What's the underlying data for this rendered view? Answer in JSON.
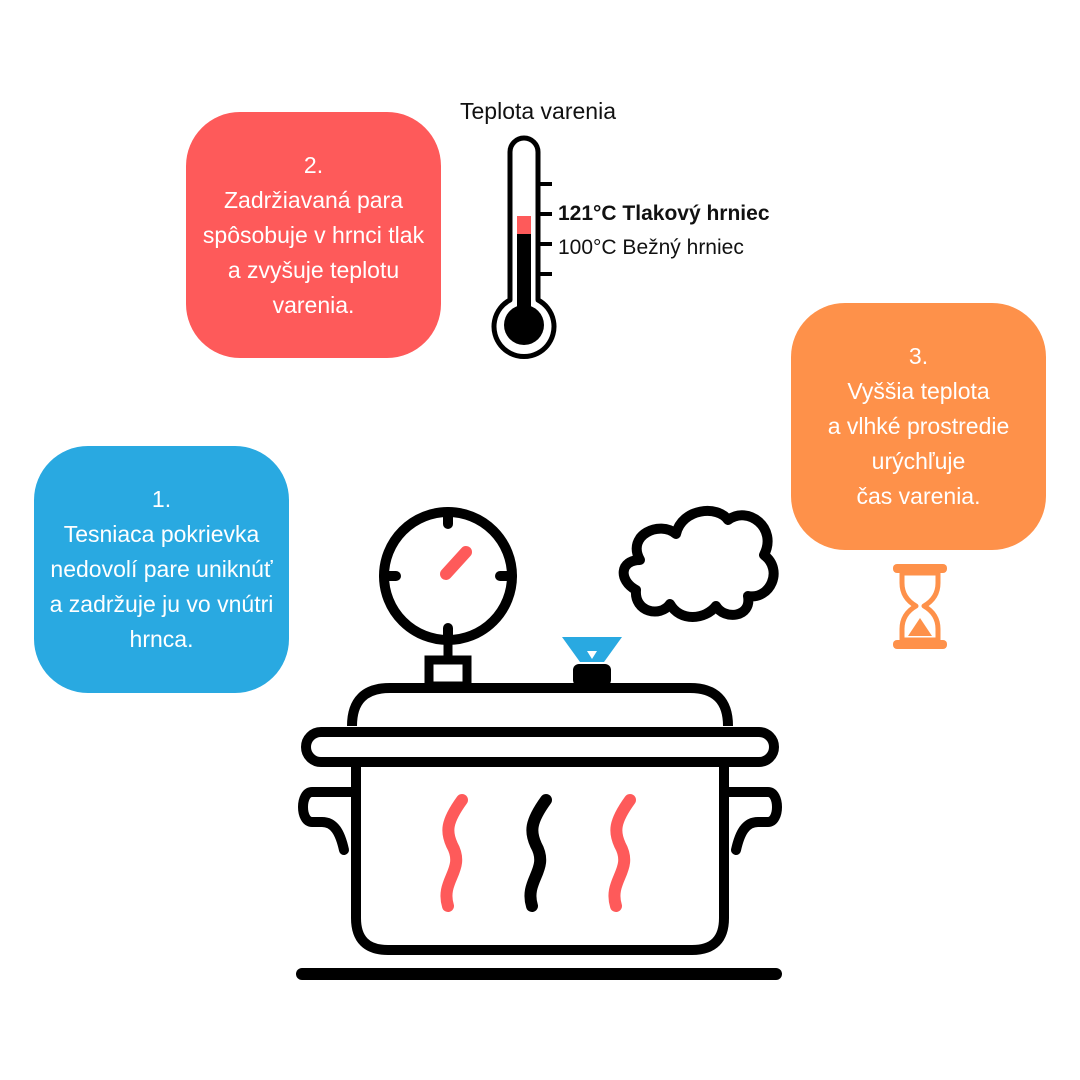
{
  "colors": {
    "card1": "#29a9e1",
    "card2": "#fe5a5a",
    "card3": "#fe914a",
    "outline": "#000000",
    "accent_red": "#fe5a5a",
    "accent_blue": "#29a9e1",
    "accent_orange": "#fe914a"
  },
  "steps": [
    {
      "number": "1.",
      "lines": [
        "Tesniaca pokrievka",
        "nedovolí pare uniknúť",
        "a zadržuje ju vo vnútri",
        "hrnca."
      ]
    },
    {
      "number": "2.",
      "lines": [
        "Zadržiavaná para",
        "spôsobuje v hrnci tlak",
        "a zvyšuje teplotu",
        "varenia."
      ]
    },
    {
      "number": "3.",
      "lines": [
        "Vyššia teplota",
        "a vlhké prostredie",
        "urýchľuje",
        "čas varenia."
      ]
    }
  ],
  "thermometer": {
    "title": "Teplota varenia",
    "pressure_cooker_label": "121°C Tlakový hrniec",
    "normal_pot_label": "100°C Bežný hrniec",
    "icon": "thermometer-icon"
  },
  "icons": [
    "hourglass-icon",
    "pressure-cooker-icon",
    "pressure-gauge-icon",
    "steam-cloud-icon",
    "valve-icon",
    "heat-wave-icon"
  ]
}
